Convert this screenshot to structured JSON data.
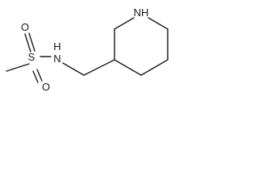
{
  "molecule": {
    "atoms": {
      "sulfur": "S",
      "oxygen_top": "O",
      "oxygen_bottom": "O",
      "amide_n": "N",
      "amide_h": "H",
      "ring_nh": "NH"
    }
  }
}
